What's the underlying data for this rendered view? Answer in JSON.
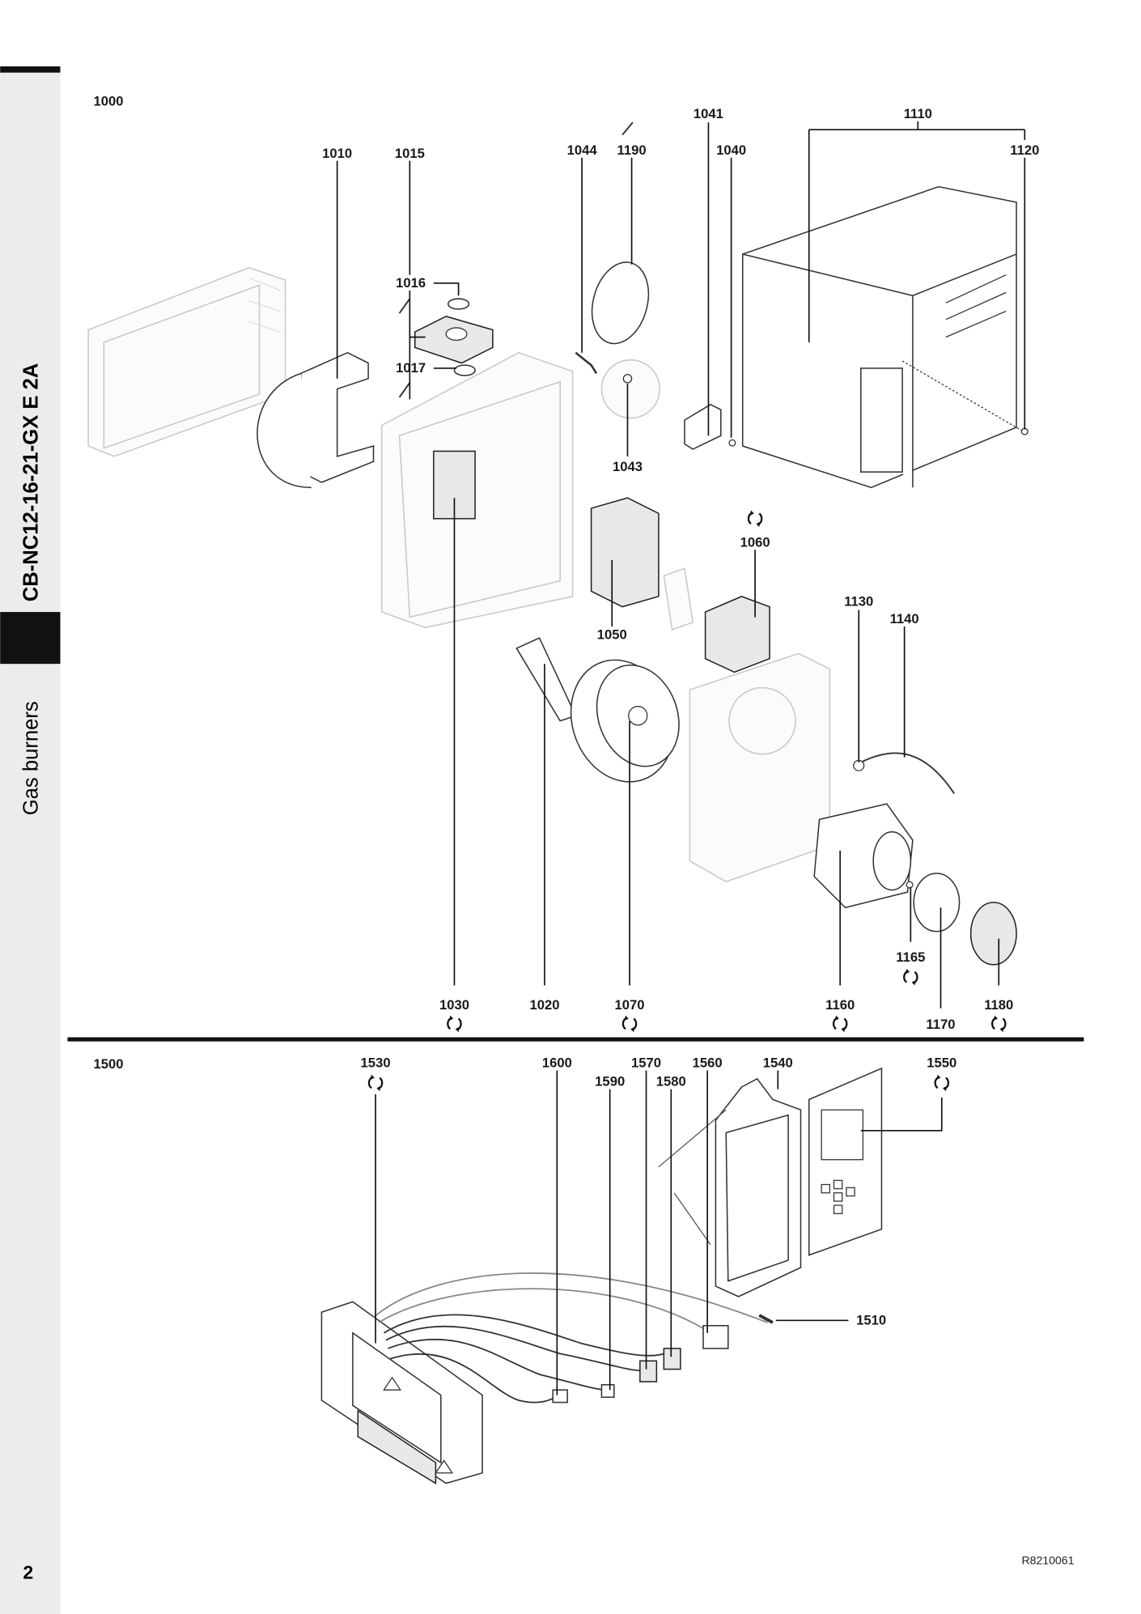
{
  "sidebar": {
    "model": "CB-NC12-16-21-GX E 2A",
    "category": "Gas burners"
  },
  "diagram_top": {
    "group": "1000",
    "labels": {
      "l1010": "1010",
      "l1015": "1015",
      "l1016": "1016",
      "l1017": "1017",
      "l1044": "1044",
      "l1190": "1190",
      "l1041": "1041",
      "l1040": "1040",
      "l1110": "1110",
      "l1120": "1120",
      "l1043": "1043",
      "l1060": "1060",
      "l1050": "1050",
      "l1130": "1130",
      "l1140": "1140",
      "l1165": "1165",
      "l1030": "1030",
      "l1020": "1020",
      "l1070": "1070",
      "l1160": "1160",
      "l1170": "1170",
      "l1180": "1180"
    }
  },
  "diagram_bottom": {
    "group": "1500",
    "labels": {
      "l1530": "1530",
      "l1600": "1600",
      "l1570": "1570",
      "l1560": "1560",
      "l1540": "1540",
      "l1550": "1550",
      "l1590": "1590",
      "l1580": "1580",
      "l1510": "1510"
    }
  },
  "footer": {
    "page_number": "2",
    "doc_code": "R8210061"
  }
}
